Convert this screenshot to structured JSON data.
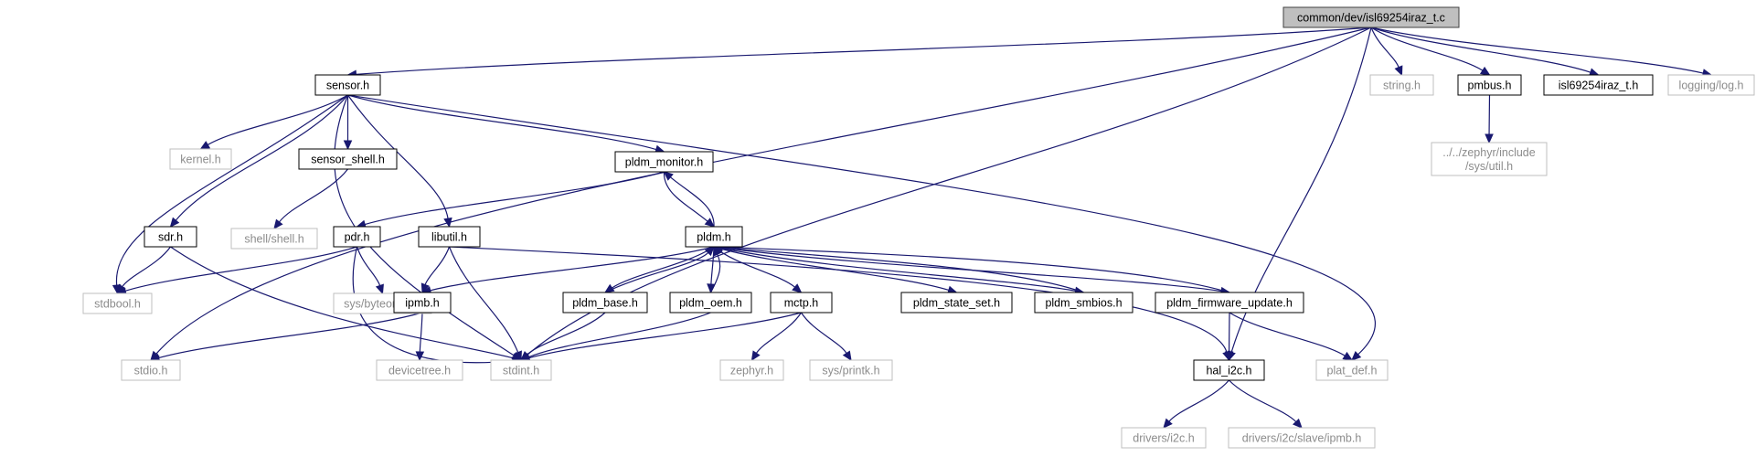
{
  "graph": {
    "nodes": [
      {
        "id": "root",
        "label": "common/dev/isl69254iraz_t.c",
        "kind": "current"
      },
      {
        "id": "sensor_h",
        "label": "sensor.h",
        "kind": "file"
      },
      {
        "id": "string_h",
        "label": "string.h",
        "kind": "external"
      },
      {
        "id": "pmbus_h",
        "label": "pmbus.h",
        "kind": "file"
      },
      {
        "id": "isl_h",
        "label": "isl69254iraz_t.h",
        "kind": "file"
      },
      {
        "id": "log_h",
        "label": "logging/log.h",
        "kind": "external"
      },
      {
        "id": "util_h",
        "label": "../../zephyr/include\n/sys/util.h",
        "kind": "external"
      },
      {
        "id": "kernel_h",
        "label": "kernel.h",
        "kind": "external"
      },
      {
        "id": "sensor_shell_h",
        "label": "sensor_shell.h",
        "kind": "file"
      },
      {
        "id": "pldm_monitor_h",
        "label": "pldm_monitor.h",
        "kind": "file"
      },
      {
        "id": "shell_h",
        "label": "shell/shell.h",
        "kind": "external"
      },
      {
        "id": "sdr_h",
        "label": "sdr.h",
        "kind": "file"
      },
      {
        "id": "pdr_h",
        "label": "pdr.h",
        "kind": "file"
      },
      {
        "id": "libutil_h",
        "label": "libutil.h",
        "kind": "file"
      },
      {
        "id": "pldm_h",
        "label": "pldm.h",
        "kind": "file"
      },
      {
        "id": "stdbool_h",
        "label": "stdbool.h",
        "kind": "external"
      },
      {
        "id": "byteorder_h",
        "label": "sys/byteorder.h",
        "kind": "external"
      },
      {
        "id": "ipmb_h",
        "label": "ipmb.h",
        "kind": "file"
      },
      {
        "id": "pldm_base_h",
        "label": "pldm_base.h",
        "kind": "file"
      },
      {
        "id": "pldm_oem_h",
        "label": "pldm_oem.h",
        "kind": "file"
      },
      {
        "id": "mctp_h",
        "label": "mctp.h",
        "kind": "file"
      },
      {
        "id": "pldm_state_set_h",
        "label": "pldm_state_set.h",
        "kind": "file"
      },
      {
        "id": "pldm_smbios_h",
        "label": "pldm_smbios.h",
        "kind": "file"
      },
      {
        "id": "pldm_fw_h",
        "label": "pldm_firmware_update.h",
        "kind": "file"
      },
      {
        "id": "stdio_h",
        "label": "stdio.h",
        "kind": "external"
      },
      {
        "id": "devicetree_h",
        "label": "devicetree.h",
        "kind": "external"
      },
      {
        "id": "stdint_h",
        "label": "stdint.h",
        "kind": "external"
      },
      {
        "id": "zephyr_h",
        "label": "zephyr.h",
        "kind": "external"
      },
      {
        "id": "printk_h",
        "label": "sys/printk.h",
        "kind": "external"
      },
      {
        "id": "hal_i2c_h",
        "label": "hal_i2c.h",
        "kind": "file"
      },
      {
        "id": "plat_def_h",
        "label": "plat_def.h",
        "kind": "external"
      },
      {
        "id": "drivers_i2c_h",
        "label": "drivers/i2c.h",
        "kind": "external"
      },
      {
        "id": "drivers_ipmb_h",
        "label": "drivers/i2c/slave/ipmb.h",
        "kind": "external"
      }
    ],
    "edges": [
      [
        "root",
        "sensor_h"
      ],
      [
        "root",
        "string_h"
      ],
      [
        "root",
        "pmbus_h"
      ],
      [
        "root",
        "isl_h"
      ],
      [
        "root",
        "log_h"
      ],
      [
        "root",
        "stdio_h"
      ],
      [
        "root",
        "stdint_h"
      ],
      [
        "root",
        "hal_i2c_h"
      ],
      [
        "pmbus_h",
        "util_h"
      ],
      [
        "sensor_h",
        "kernel_h"
      ],
      [
        "sensor_h",
        "sensor_shell_h"
      ],
      [
        "sensor_h",
        "pldm_monitor_h"
      ],
      [
        "sensor_h",
        "sdr_h"
      ],
      [
        "sensor_h",
        "libutil_h"
      ],
      [
        "sensor_h",
        "stdbool_h"
      ],
      [
        "sensor_h",
        "stdint_h"
      ],
      [
        "sensor_h",
        "plat_def_h"
      ],
      [
        "sensor_shell_h",
        "shell_h"
      ],
      [
        "pldm_monitor_h",
        "pdr_h"
      ],
      [
        "pldm_monitor_h",
        "pldm_h"
      ],
      [
        "pldm_h",
        "pldm_monitor_h"
      ],
      [
        "pldm_h",
        "ipmb_h"
      ],
      [
        "pldm_h",
        "pldm_base_h"
      ],
      [
        "pldm_h",
        "pldm_oem_h"
      ],
      [
        "pldm_h",
        "mctp_h"
      ],
      [
        "pldm_h",
        "pldm_state_set_h"
      ],
      [
        "pldm_h",
        "pldm_smbios_h"
      ],
      [
        "pldm_h",
        "pldm_fw_h"
      ],
      [
        "pldm_base_h",
        "pldm_h"
      ],
      [
        "pldm_oem_h",
        "pldm_h"
      ],
      [
        "pldm_smbios_h",
        "pldm_h"
      ],
      [
        "pldm_fw_h",
        "pldm_h"
      ],
      [
        "sdr_h",
        "stdbool_h"
      ],
      [
        "sdr_h",
        "stdint_h"
      ],
      [
        "pdr_h",
        "stdbool_h"
      ],
      [
        "pdr_h",
        "byteorder_h"
      ],
      [
        "pdr_h",
        "stdint_h"
      ],
      [
        "libutil_h",
        "ipmb_h"
      ],
      [
        "libutil_h",
        "stdint_h"
      ],
      [
        "libutil_h",
        "hal_i2c_h"
      ],
      [
        "ipmb_h",
        "stdio_h"
      ],
      [
        "ipmb_h",
        "devicetree_h"
      ],
      [
        "pldm_base_h",
        "stdint_h"
      ],
      [
        "pldm_oem_h",
        "stdint_h"
      ],
      [
        "mctp_h",
        "zephyr_h"
      ],
      [
        "mctp_h",
        "printk_h"
      ],
      [
        "mctp_h",
        "stdint_h"
      ],
      [
        "pldm_fw_h",
        "hal_i2c_h"
      ],
      [
        "pldm_fw_h",
        "plat_def_h"
      ],
      [
        "hal_i2c_h",
        "drivers_i2c_h"
      ],
      [
        "hal_i2c_h",
        "drivers_ipmb_h"
      ]
    ]
  },
  "colors": {
    "edge": "#191970",
    "file_border": "#000000",
    "external_border": "#bfbfbf",
    "external_text": "#8c8c8c",
    "current_fill": "#bfbfbf",
    "current_border": "#404040",
    "text": "#000000"
  }
}
